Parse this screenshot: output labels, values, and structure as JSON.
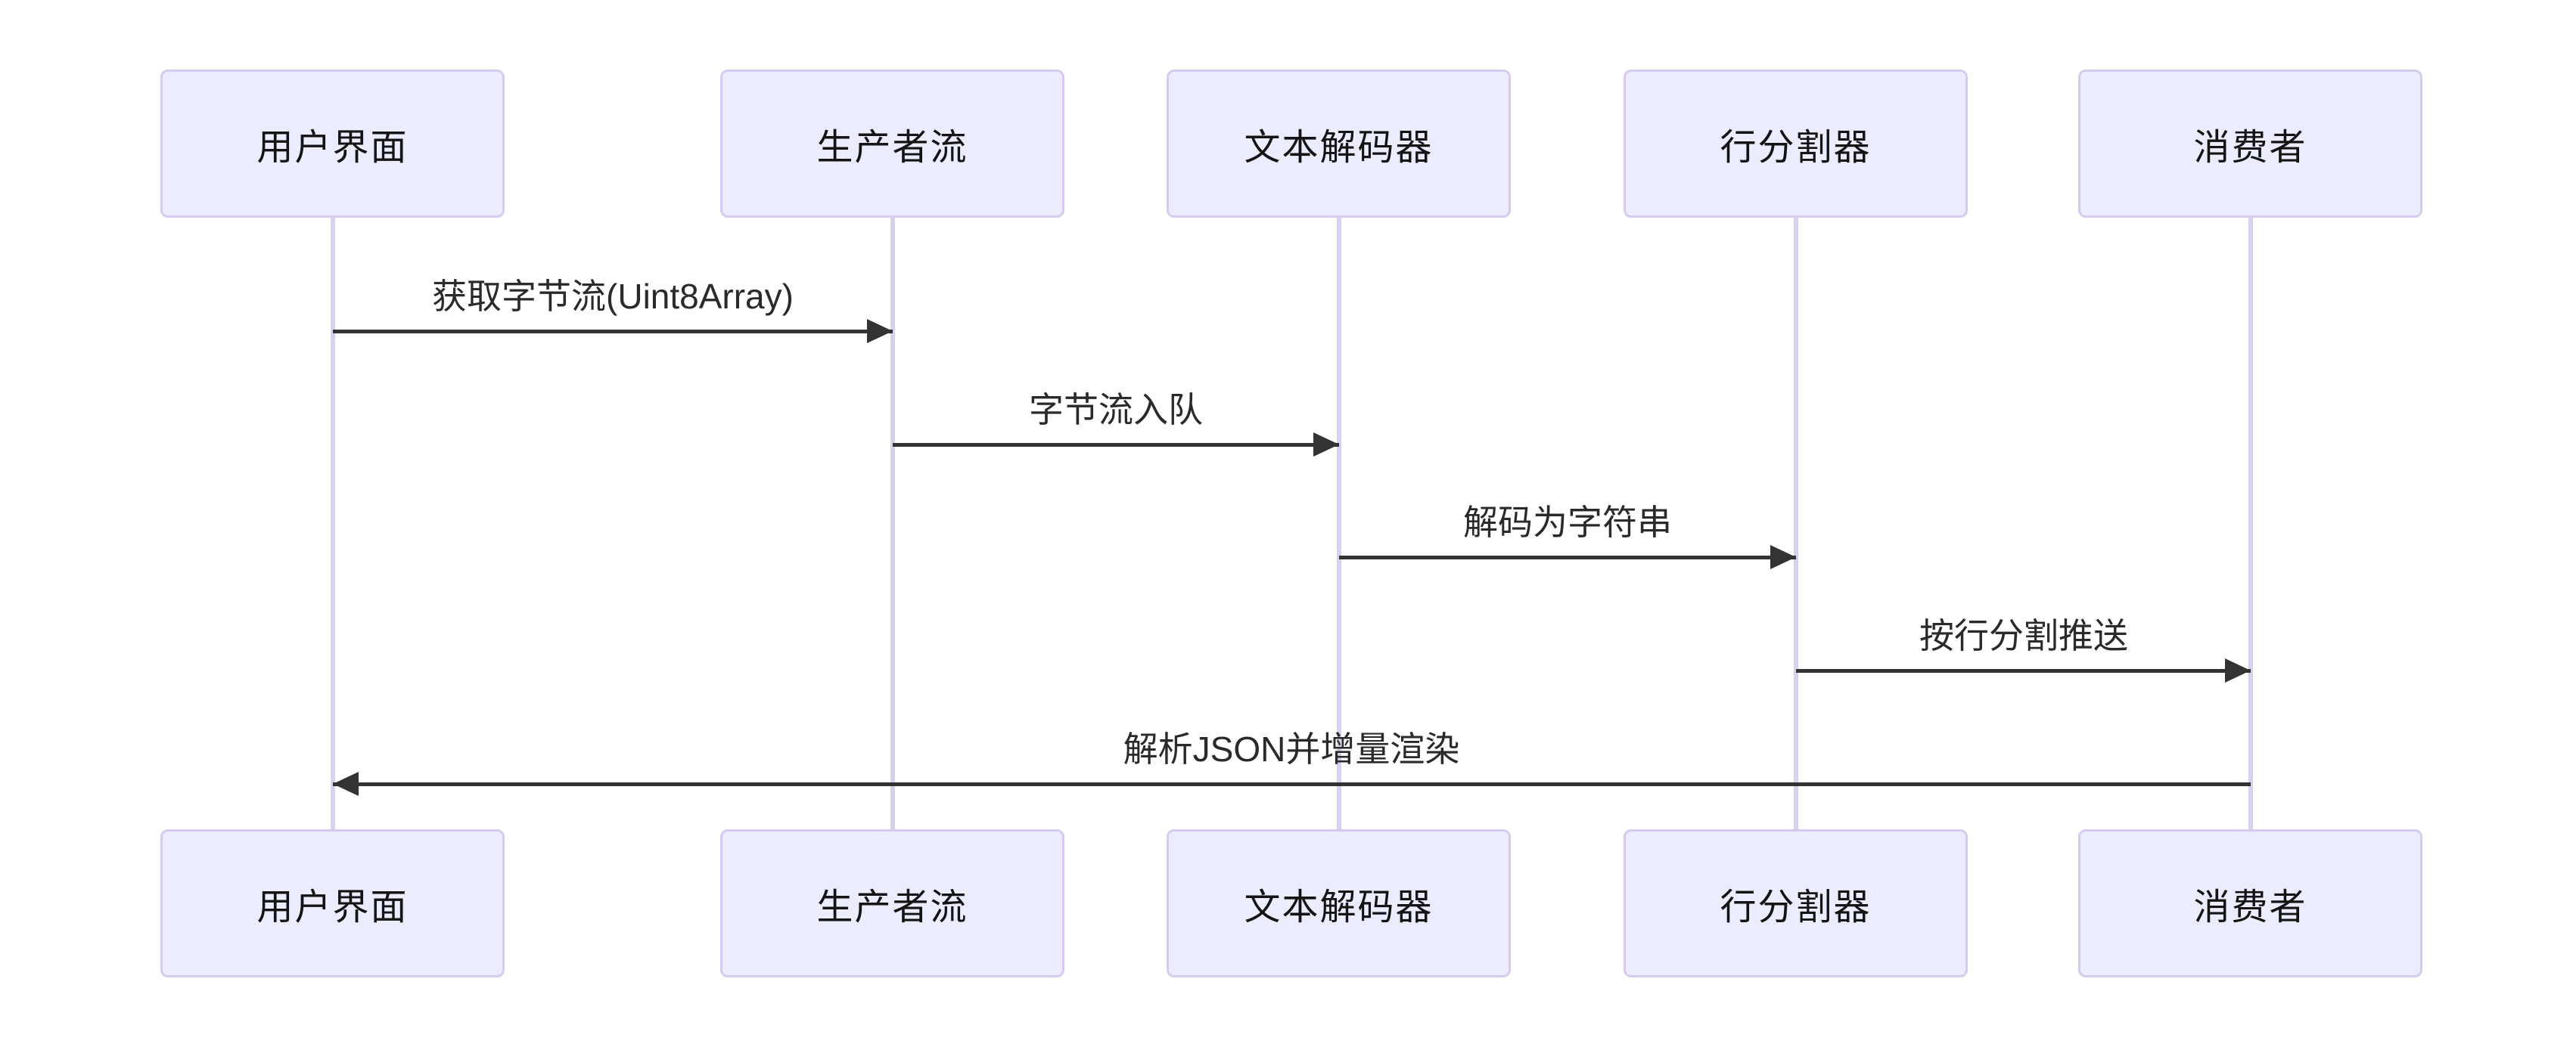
{
  "diagram": {
    "type": "sequence-diagram",
    "background_color": "#ffffff",
    "colors": {
      "actor_fill": "#ECECFF",
      "actor_border": "#d5cbee",
      "lifeline": "#d9d0ee",
      "arrow": "#333333",
      "actor_text": "#141414",
      "message_text": "#2a2a2a"
    },
    "actors": [
      {
        "label": "用户界面"
      },
      {
        "label": "生产者流"
      },
      {
        "label": "文本解码器"
      },
      {
        "label": "行分割器"
      },
      {
        "label": "消费者"
      }
    ],
    "messages": [
      {
        "label": "获取字节流(Uint8Array)",
        "from": "用户界面",
        "to": "生产者流",
        "direction": "right",
        "line_style": "solid"
      },
      {
        "label": "字节流入队",
        "from": "生产者流",
        "to": "文本解码器",
        "direction": "right",
        "line_style": "solid"
      },
      {
        "label": "解码为字符串",
        "from": "文本解码器",
        "to": "行分割器",
        "direction": "right",
        "line_style": "solid"
      },
      {
        "label": "按行分割推送",
        "from": "行分割器",
        "to": "消费者",
        "direction": "right",
        "line_style": "solid"
      },
      {
        "label": "解析JSON并增量渲染",
        "from": "消费者",
        "to": "用户界面",
        "direction": "left",
        "line_style": "solid"
      }
    ]
  }
}
